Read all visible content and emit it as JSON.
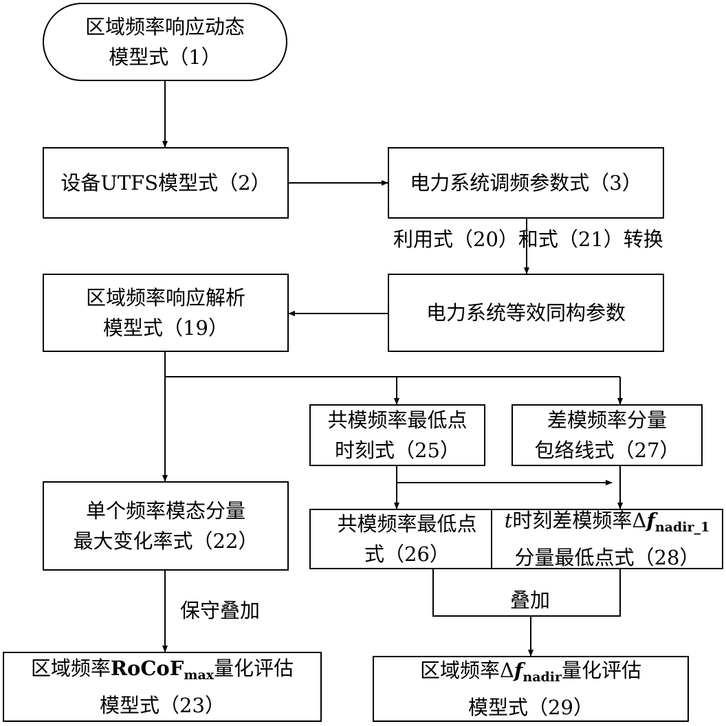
{
  "nodes": {
    "n1": {
      "line1": "区域频率响应动态",
      "line2": "模型式（1）"
    },
    "n2": {
      "line1": "设备UTFS模型式（2）"
    },
    "n3": {
      "line1": "电力系统调频参数式（3）"
    },
    "n4": {
      "line1": "电力系统等效同构参数"
    },
    "n19": {
      "line1": "区域频率响应解析",
      "line2": "模型式（19）"
    },
    "n22": {
      "line1": "单个频率模态分量",
      "line2": "最大变化率式（22）"
    },
    "n25": {
      "line1": "共模频率最低点",
      "line2": "时刻式（25）"
    },
    "n26": {
      "line1": "共模频率最低点",
      "line2": "式（26）"
    },
    "n27": {
      "line1": "差模频率分量",
      "line2": "包络线式（27）"
    },
    "n28": {
      "italic_t": "t",
      "pre": "时刻差模频率Δ",
      "italic_f": "f",
      "sub": "nadir_1",
      "line2": "分量最低点式（28）"
    },
    "n23": {
      "pre": "区域频率",
      "bold": "RoCoF",
      "sub": "max",
      "post": "量化评估",
      "line2": "模型式（23）"
    },
    "n29": {
      "pre": "区域频率Δ",
      "italic_f": "f",
      "sub": "nadir",
      "post": "量化评估",
      "line2": "模型式（29）"
    }
  },
  "edge_labels": {
    "convert": "利用式（20）和式（21）转换",
    "conservative": "保守叠加",
    "superpose": "叠加"
  },
  "colors": {
    "line": "#000000",
    "background": "#ffffff"
  }
}
